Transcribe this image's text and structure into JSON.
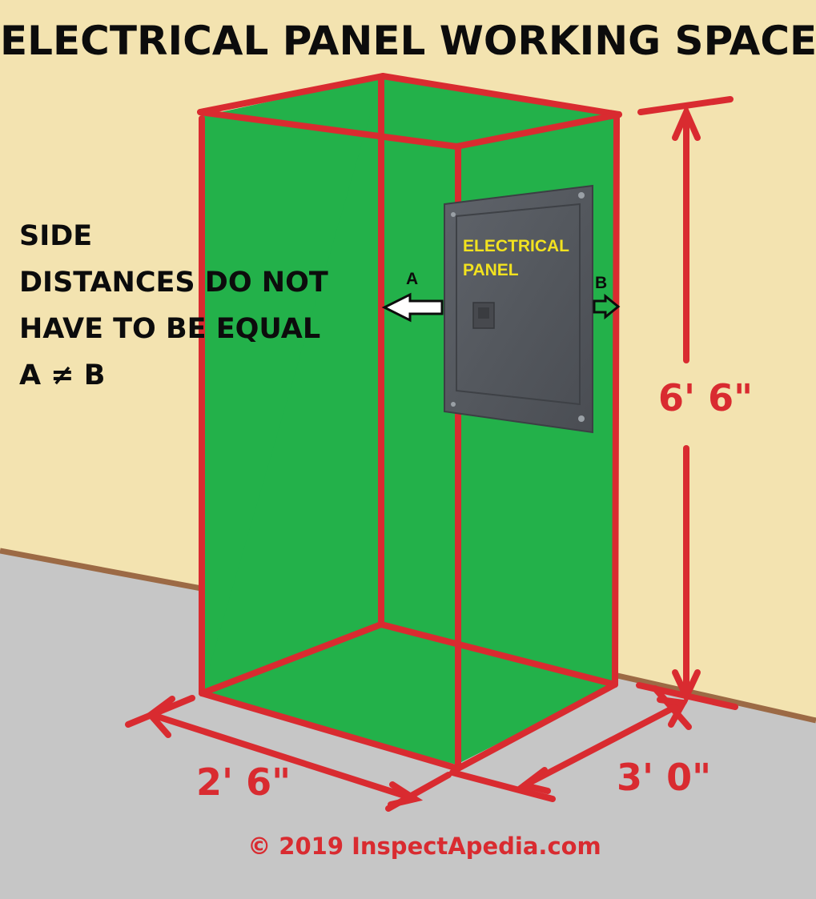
{
  "title": "ELECTRICAL PANEL WORKING SPACE",
  "side_note": {
    "lines": [
      "SIDE",
      "DISTANCES DO NOT",
      "HAVE TO BE EQUAL",
      "A ≠ B"
    ]
  },
  "panel": {
    "label_lines": [
      "ELECTRICAL",
      "PANEL"
    ]
  },
  "arrows": {
    "left_label": "A",
    "right_label": "B"
  },
  "dimensions": {
    "height": "6' 6\"",
    "width": "2' 6\"",
    "depth": "3' 0\""
  },
  "copyright": "© 2019 InspectApedia.com",
  "colors": {
    "wall": "#f3e3b0",
    "floor": "#c6c6c6",
    "baseboard": "#9c6a45",
    "work_space_fill": "#23b14a",
    "outline": "#d92b30",
    "panel_body": "#55595f",
    "panel_label": "#f2e21f",
    "text_dark": "#0c0c0c"
  }
}
